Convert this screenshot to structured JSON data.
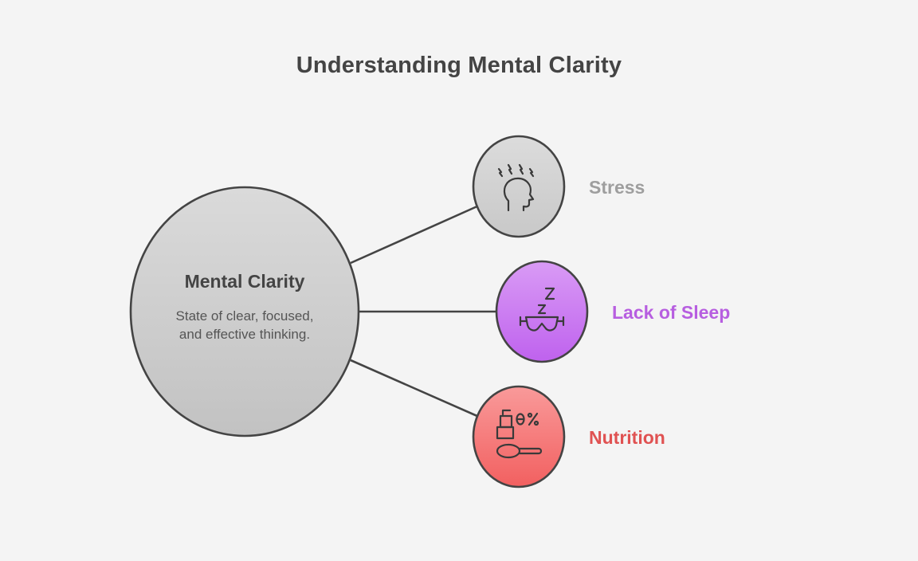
{
  "title": "Understanding Mental Clarity",
  "center": {
    "title": "Mental Clarity",
    "description": "State of clear, focused, and effective thinking."
  },
  "factors": [
    {
      "label": "Stress",
      "icon": "stressed-head-icon",
      "color": "#9e9e9e",
      "fill": "#d2d2d2"
    },
    {
      "label": "Lack of Sleep",
      "icon": "sleep-mask-icon",
      "color": "#b75ee0",
      "fill": "#c97ef0"
    },
    {
      "label": "Nutrition",
      "icon": "food-scale-icon",
      "color": "#e05252",
      "fill": "#f57a7a"
    }
  ]
}
